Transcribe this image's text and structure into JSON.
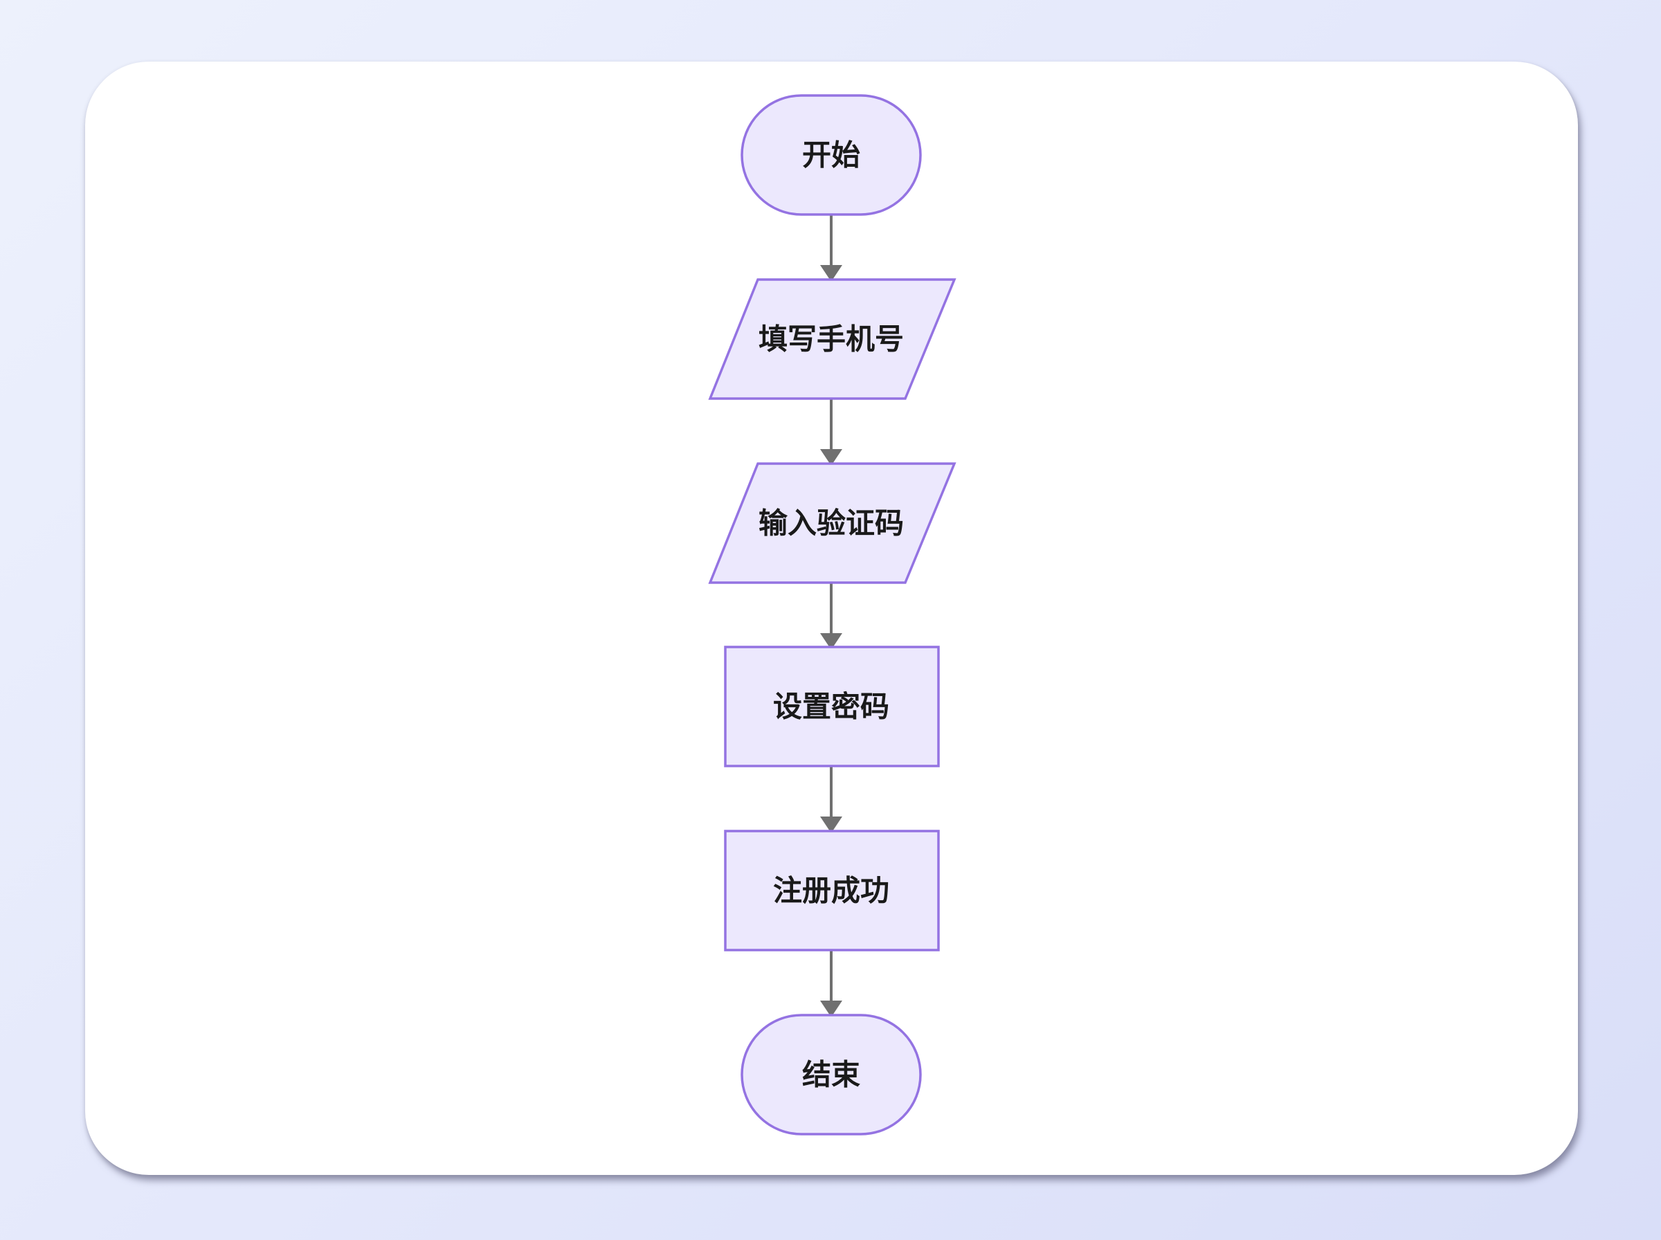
{
  "flowchart": {
    "nodes": [
      {
        "id": "start",
        "shape": "stadium",
        "label": "开始"
      },
      {
        "id": "phone",
        "shape": "parallelogram",
        "label": "填写手机号"
      },
      {
        "id": "code",
        "shape": "parallelogram",
        "label": "输入验证码"
      },
      {
        "id": "password",
        "shape": "rectangle",
        "label": "设置密码"
      },
      {
        "id": "success",
        "shape": "rectangle",
        "label": "注册成功"
      },
      {
        "id": "end",
        "shape": "stadium",
        "label": "结束"
      }
    ],
    "edges": [
      {
        "from": "start",
        "to": "phone"
      },
      {
        "from": "phone",
        "to": "code"
      },
      {
        "from": "code",
        "to": "password"
      },
      {
        "from": "password",
        "to": "success"
      },
      {
        "from": "success",
        "to": "end"
      }
    ]
  },
  "colors": {
    "node_fill": "#ece8fd",
    "node_stroke": "#9473e2",
    "edge": "#707070",
    "card": "#ffffff",
    "background": "#e4e8fb"
  }
}
